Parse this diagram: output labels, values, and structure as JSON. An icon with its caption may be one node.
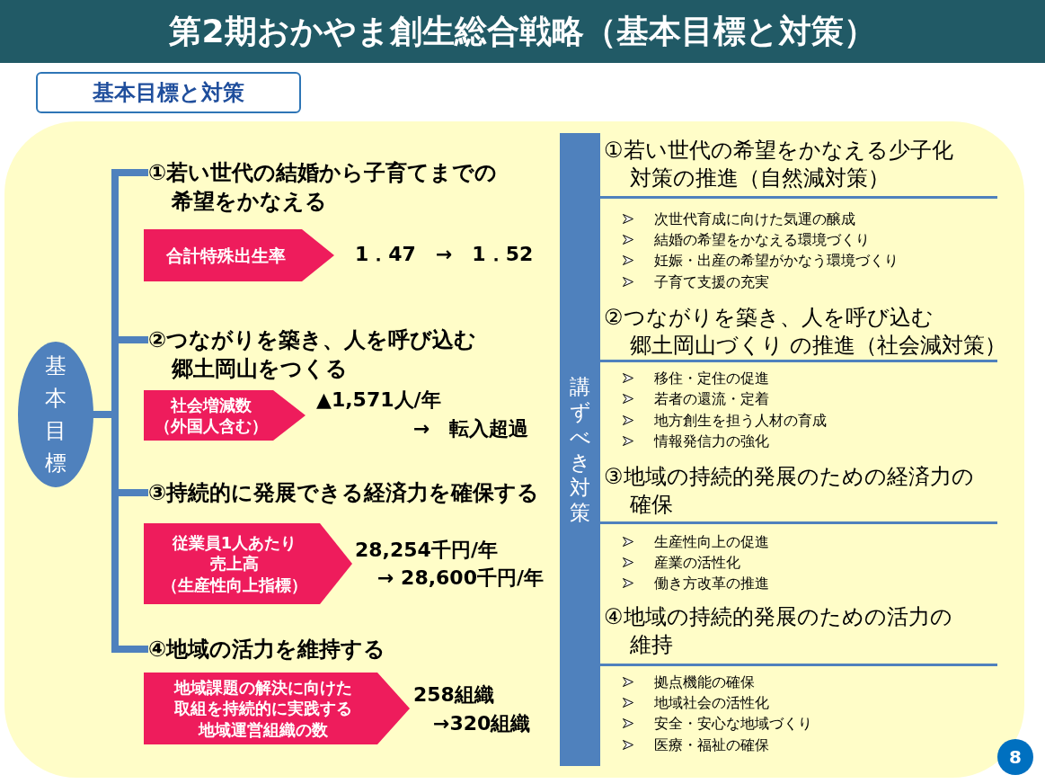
{
  "diagram": {
    "title": "第2期おかやま創生総合戦略（基本目標と対策）",
    "nodes": [
      {
        "text": [
          "基本目標"
        ]
      },
      {
        "text": [
          "①若い世代の結婚から子育てまでの希望をかなえる"
        ]
      },
      {
        "text": [
          "②つながりを築き、人を呼び込む郷土岡山をつくる"
        ]
      },
      {
        "text": [
          "③持続的に発展できる経済力を確保する"
        ]
      },
      {
        "text": [
          "④地域の活力を維持する"
        ]
      },
      {
        "text": [
          "合計特殊出生率"
        ],
        "beside": [
          "1．47　→　1．52"
        ]
      },
      {
        "text": [
          "社会増減数（外国人含む）"
        ],
        "beside": [
          "▲1,571人/年",
          "→　転入超過"
        ]
      },
      {
        "text": [
          "従業員1人あたり売上高（生産性向上指標）"
        ],
        "beside": [
          "28,254千円/年",
          "→ 28,600千円/年"
        ]
      },
      {
        "text": [
          "地域課題の解決に向けた取組を持続的に実践する地域運営組織の数"
        ],
        "beside": [
          "258組織",
          "→320組織"
        ]
      },
      {
        "text": [
          "講ずべき対策"
        ]
      },
      {
        "text": [
          "基本目標と対策"
        ]
      },
      {
        "text": [
          "8"
        ]
      }
    ],
    "edges": [
      {
        "from": 0,
        "to": 1,
        "arrow": "none"
      },
      {
        "from": 0,
        "to": 2,
        "arrow": "none"
      },
      {
        "from": 0,
        "to": 3,
        "arrow": "none"
      },
      {
        "from": 0,
        "to": 4,
        "arrow": "none"
      }
    ],
    "labels": [
      "①若い世代の希望をかなえる少子化対策の推進（自然減対策）",
      "次世代育成に向けた気運の醸成",
      "結婚の希望をかなえる環境づくり",
      "妊娠・出産の希望がかなう環境づくり",
      "子育て支援の充実",
      "②つながりを築き、人を呼び込む郷土岡山づくり の推進（社会減対策）",
      "移住・定住の促進",
      "若者の還流・定着",
      "地方創生を担う人材の育成",
      "情報発信力の強化",
      "③地域の持続的発展のための経済力の確保",
      "生産性向上の促進",
      "産業の活性化",
      "働き方改革の推進",
      "④地域の持続的発展のための活力の維持",
      "拠点機能の確保",
      "地域社会の活性化",
      "安全・安心な地域づくり",
      "医療・福祉の確保"
    ]
  }
}
